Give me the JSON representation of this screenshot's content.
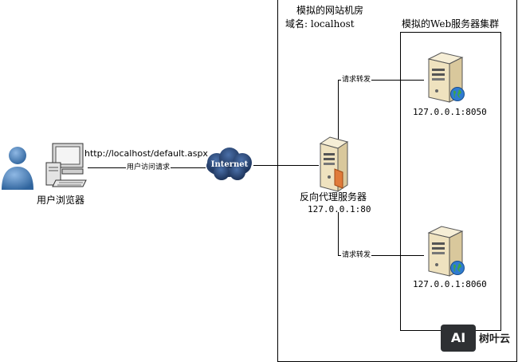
{
  "datacenter": {
    "title": "模拟的网站机房",
    "domain_label": "域名: localhost"
  },
  "cluster": {
    "title": "模拟的Web服务器集群"
  },
  "user": {
    "label": "用户浏览器",
    "url": "http://localhost/default.aspx",
    "request_label": "用户访问请求"
  },
  "internet": {
    "label": "Internet"
  },
  "proxy": {
    "label": "反向代理服务器",
    "address": "127.0.0.1:80"
  },
  "servers": [
    {
      "address": "127.0.0.1:8050",
      "forward_label": "请求转发"
    },
    {
      "address": "127.0.0.1:8060",
      "forward_label": "请求转发"
    }
  ],
  "watermark": {
    "badge": "AI",
    "brand": "树叶云"
  },
  "colors": {
    "user_blue": "#3f79b5",
    "server_body": "#efe2bf",
    "cloud": "#1f3f73",
    "globe": "#2f7bd1",
    "proxy_accent": "#e07b3a"
  }
}
